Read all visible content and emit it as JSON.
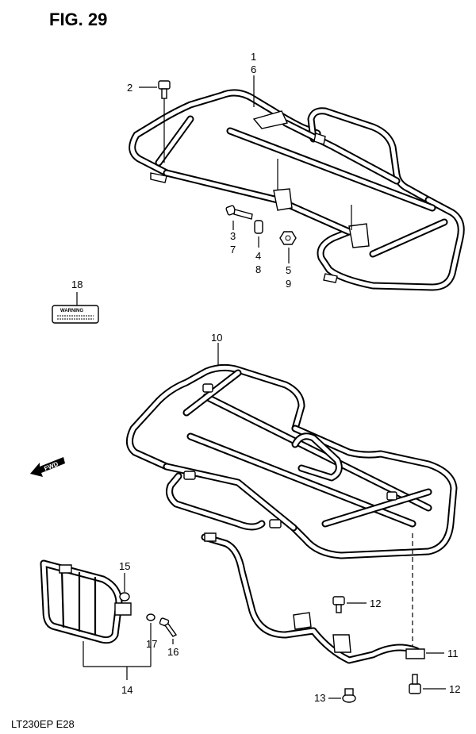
{
  "figure": {
    "title": "FIG. 29",
    "model_code": "LT230EP  E28"
  },
  "labels": {
    "l1": "1",
    "l6": "6",
    "l2": "2",
    "l3": "3",
    "l7": "7",
    "l4": "4",
    "l8": "8",
    "l5": "5",
    "l9": "9",
    "l18": "18",
    "l10": "10",
    "l15": "15",
    "l12a": "12",
    "l12b": "12",
    "l11": "11",
    "l13": "13",
    "l14": "14",
    "l16": "16",
    "l17": "17"
  },
  "warning_label": {
    "title": "WARNING"
  },
  "fwd_arrow": {
    "text": "FWD"
  }
}
